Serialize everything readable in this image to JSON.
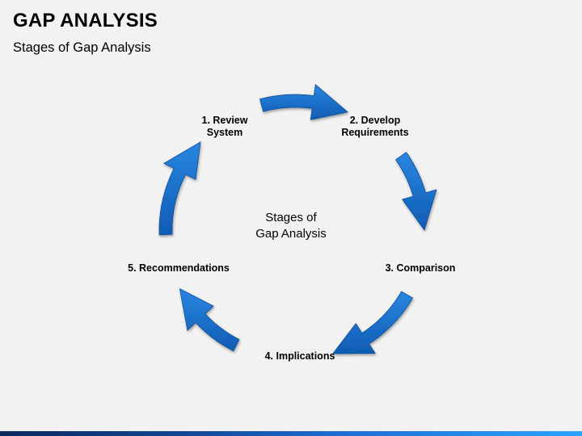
{
  "header": {
    "title": "GAP ANALYSIS",
    "subtitle": "Stages of Gap Analysis"
  },
  "diagram": {
    "center": {
      "line1": "Stages of",
      "line2": "Gap Analysis"
    },
    "stages": [
      {
        "line1": "1. Review",
        "line2": "System"
      },
      {
        "line1": "2. Develop",
        "line2": "Requirements"
      },
      {
        "line1": "3. Comparison"
      },
      {
        "line1": "4. Implications"
      },
      {
        "line1": "5. Recommendations"
      }
    ],
    "arrow_icons": [
      "curved-arrow",
      "curved-arrow",
      "curved-arrow",
      "curved-arrow",
      "curved-arrow"
    ]
  },
  "colors": {
    "background": "#f2f2f2",
    "arrow": "#1a6fc9",
    "arrow_dark": "#0d4e98"
  }
}
